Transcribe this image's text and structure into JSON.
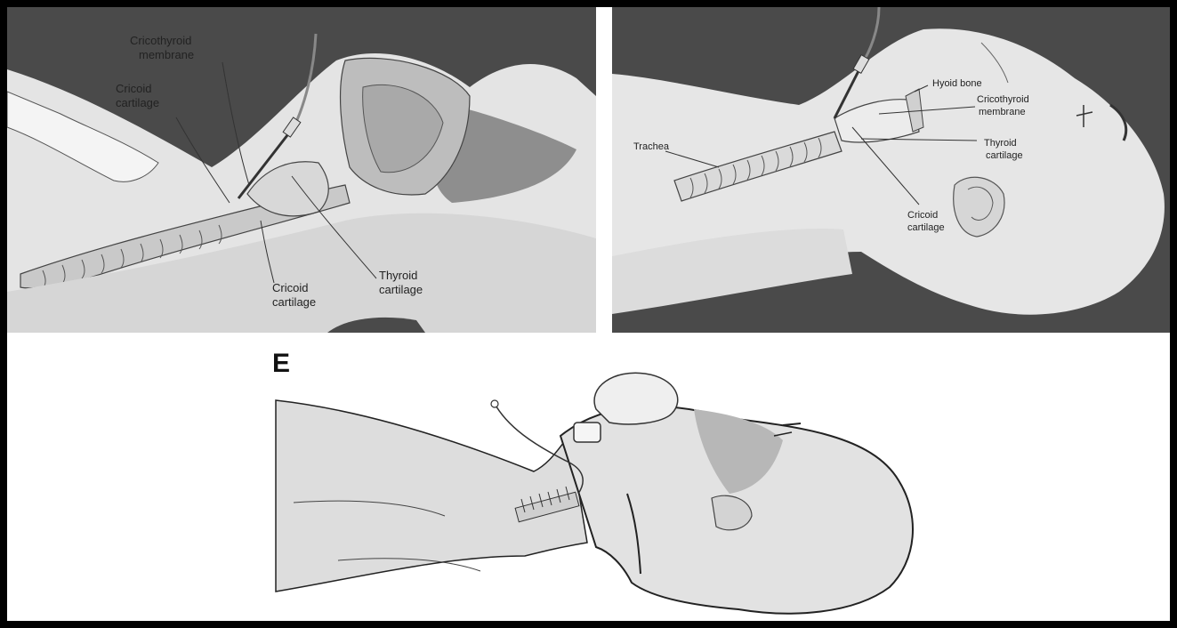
{
  "panels": {
    "top_left": {
      "labels": {
        "cricothyroid_membrane_line1": "Cricothyroid",
        "cricothyroid_membrane_line2": "membrane",
        "cricoid_upper_line1": "Cricoid",
        "cricoid_upper_line2": "cartilage",
        "cricoid_lower_line1": "Cricoid",
        "cricoid_lower_line2": "cartilage",
        "thyroid_line1": "Thyroid",
        "thyroid_line2": "cartilage"
      }
    },
    "top_right": {
      "labels": {
        "hyoid": "Hyoid bone",
        "cricothyroid_line1": "Cricothyroid",
        "cricothyroid_line2": "membrane",
        "trachea": "Trachea",
        "thyroid_line1": "Thyroid",
        "thyroid_line2": "cartilage",
        "cricoid_line1": "Cricoid",
        "cricoid_line2": "cartilage"
      }
    },
    "bottom": {
      "letter": "E"
    }
  },
  "colors": {
    "dark_background": "#4a4a4a",
    "body_fill": "#e6e6e6",
    "tissue_mid": "#9a9a9a",
    "line": "#222222"
  }
}
